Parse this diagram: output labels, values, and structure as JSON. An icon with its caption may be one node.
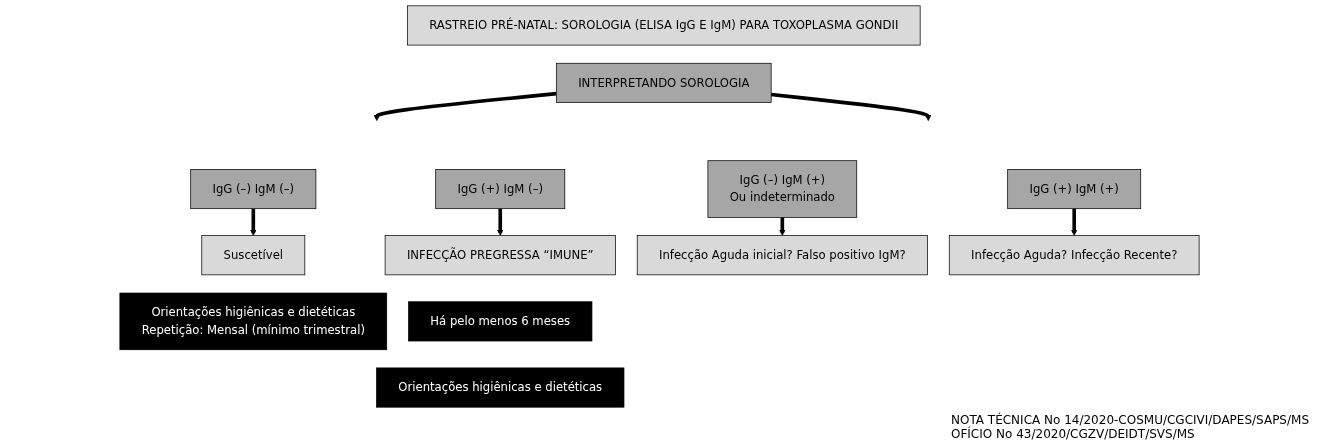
{
  "diagram": {
    "nodes": [
      {
        "text": [
          "RASTREIO PRÉ-NATAL: SOROLOGIA (ELISA IgG E IgM) PARA TOXOPLASMA GONDII"
        ]
      },
      {
        "text": [
          "INTERPRETANDO SOROLOGIA"
        ]
      },
      {
        "text": [
          "IgG (–) IgM (–)"
        ]
      },
      {
        "text": [
          "Suscetível"
        ]
      },
      {
        "text": [
          "Orientações higiênicas e dietéticas",
          "Repetição: Mensal (mínimo trimestral)"
        ]
      },
      {
        "text": [
          "IgG (+) IgM (–)"
        ]
      },
      {
        "text": [
          "INFECÇÃO PREGRESSA “IMUNE”"
        ]
      },
      {
        "text": [
          "Há pelo menos 6 meses"
        ]
      },
      {
        "text": [
          "Orientações higiênicas e dietéticas"
        ]
      },
      {
        "text": [
          "IgG (–) IgM (+)",
          "Ou indeterminado"
        ]
      },
      {
        "text": [
          "Infecção Aguda inicial? Falso positivo IgM?"
        ]
      },
      {
        "text": [
          "IgG (+) IgM (+)"
        ]
      },
      {
        "text": [
          "Infecção Aguda? Infecção Recente?"
        ]
      }
    ],
    "edges": [
      {
        "from": 1,
        "to": null,
        "arrow": "to"
      },
      {
        "from": 1,
        "to": null,
        "arrow": "to"
      },
      {
        "from": 2,
        "to": 3,
        "arrow": "to"
      },
      {
        "from": 5,
        "to": 6,
        "arrow": "to"
      },
      {
        "from": 9,
        "to": 10,
        "arrow": "to"
      },
      {
        "from": 11,
        "to": 12,
        "arrow": "to"
      }
    ],
    "labels": [
      "NOTA TÉCNICA No 14/2020-COSMU/CGCIVI/DAPES/SAPS/MS",
      "OFÍCIO No 43/2020/CGZV/DEIDT/SVS/MS"
    ]
  }
}
